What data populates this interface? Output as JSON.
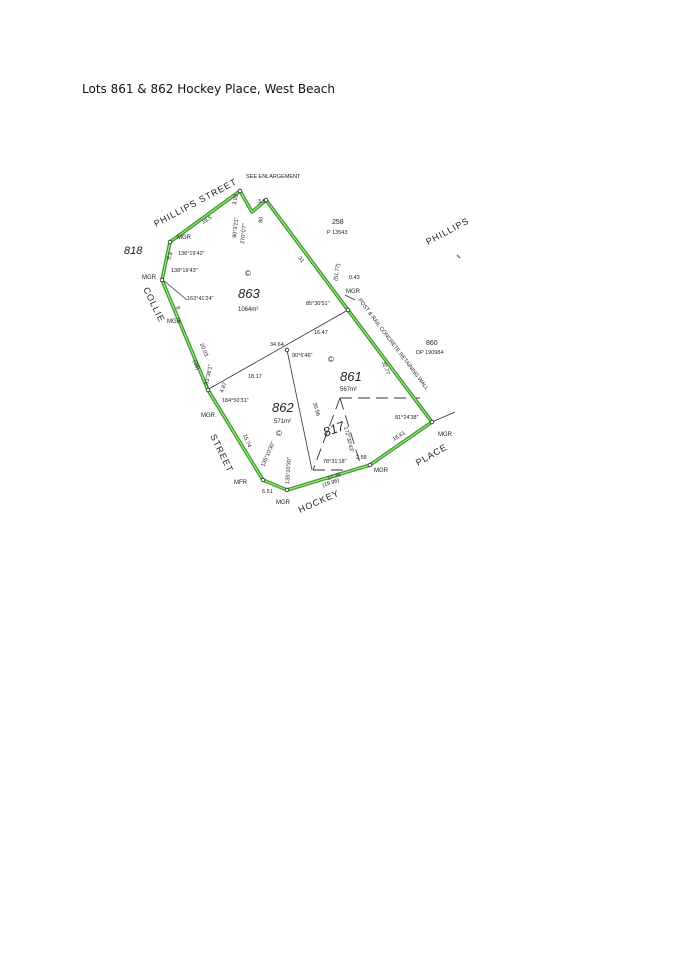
{
  "document": {
    "title": "Lots 861 & 862 Hockey Place, West Beach"
  },
  "plan": {
    "colors": {
      "boundary": "#3aa12a",
      "boundary_inner": "#b6e59a",
      "lines": "#333333"
    },
    "streets": {
      "phillips_top": "PHILLIPS STREET",
      "phillips_right": "PHILLIPS",
      "collie": "COLLIE",
      "street_left": "STREET",
      "hockey": "HOCKEY",
      "place": "PLACE"
    },
    "lots": {
      "l863": "863",
      "l863_area": "1064m²",
      "l861": "861",
      "l861_area": "567m²",
      "l862": "862",
      "l862_area": "571m²",
      "l817": "817",
      "l818": "818",
      "l258": "258",
      "l258_ref": "P 13543",
      "l860": "860",
      "l860_ref": "DP 190984"
    },
    "notes": {
      "see_enlargement": "SEE ENLARGEMENT",
      "retaining_wall": "POST & RAIL CONCRETE RETAINING WALL",
      "copyright": "©"
    },
    "marks": {
      "mgr": "MGR",
      "mfr": "MFR"
    },
    "bearings": {
      "b1": "136°19'42\"",
      "b2": "138°19'43\"",
      "b3": "163°41'24\"",
      "b4": "90°3'21\"",
      "b5": "270°0'7\"",
      "b6": "85°30'51\"",
      "b7": "90°6'46\"",
      "b8": "83°36'1\"",
      "b9": "184°50'31\"",
      "b10": "81°24'38\"",
      "b11": "172°30'43\"",
      "b12": "78°31'18\"",
      "b13": "135°10'30\"",
      "b14": "135°10'30\""
    },
    "distances": {
      "d1": "19.5",
      "d2": "3.03",
      "d3": "3.5",
      "d4": "31",
      "d5": "0.43",
      "d6": "(51.77)",
      "d7": "34.64",
      "d8": "16.47",
      "d9": "18.17",
      "d10": "32.77",
      "d11": "30.96",
      "d12": "2.58",
      "d13": "16.61",
      "d14": "17.38",
      "d15": "(19.96)",
      "d16": "6.51",
      "d17": "15.74",
      "d18": "4.87",
      "d19": "20.03",
      "d20": "(38)",
      "d21": "8",
      "d22": "80",
      "d23": "8.8"
    }
  }
}
